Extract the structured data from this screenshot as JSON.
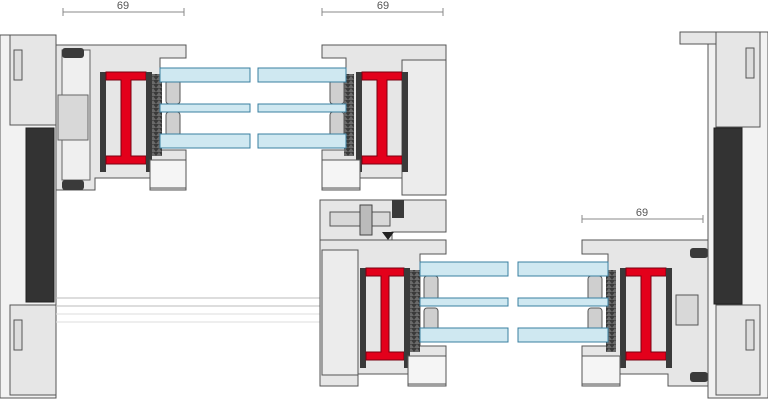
{
  "dimensions": [
    {
      "label": "69"
    },
    {
      "label": "69"
    },
    {
      "label": "69"
    }
  ],
  "colors": {
    "aluminium": "#e6e6e6",
    "aluminium_stroke": "#555555",
    "thermal_break_red": "#e3001b",
    "gasket_dark": "#3a3a3a",
    "glass_blue": "#cfe8f1",
    "glass_stroke": "#3a7fa0",
    "dim_line": "#888888"
  }
}
